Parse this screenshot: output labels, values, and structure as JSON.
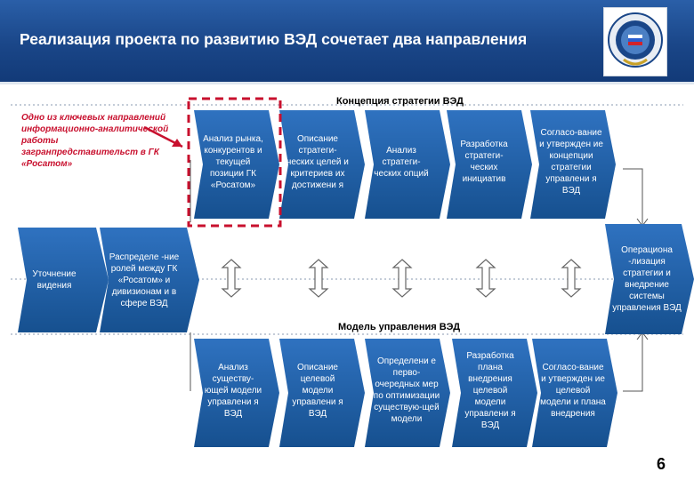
{
  "title": "Реализация проекта по развитию ВЭД сочетает два направления",
  "logo": {
    "name": "emblem-logo"
  },
  "top_section": {
    "label": "Концепция стратегии ВЭД",
    "steps": [
      "Анализ рынка, конкурентов и текущей позиции ГК «Росатом»",
      "Описание стратеги-ческих целей и критериев их достижени я",
      "Анализ стратеги-ческих опций",
      "Разработка стратеги-ческих инициатив",
      "Согласо-вание и утвержден ие концепции стратегии управлени я ВЭД"
    ]
  },
  "note": "Одно из ключевых направлений информационно-аналитической работы загранпредставительст в ГК «Росатом»",
  "left_steps": [
    "Уточнение видения",
    "Распределе -ние ролей между ГК «Росатом» и дивизионам и в сфере ВЭД"
  ],
  "right_step": "Операциона -лизация стратегии и внедрение системы управления ВЭД",
  "bottom_section": {
    "label": "Модель управления ВЭД",
    "steps": [
      "Анализ существу-ющей модели управлени я ВЭД",
      "Описание целевой модели управлени я ВЭД",
      "Определени е перво-очередных мер по оптимизации существую-щей модели",
      "Разработка плана внедрения целевой модели управлени я ВЭД",
      "Согласо-вание и утвержден ие целевой модели и плана внедрения"
    ]
  },
  "page_number": "6",
  "colors": {
    "header": "#1a4688",
    "chevron": "#1e5ea8",
    "accent_red": "#c8102e",
    "dash_red": "#c8102e"
  }
}
